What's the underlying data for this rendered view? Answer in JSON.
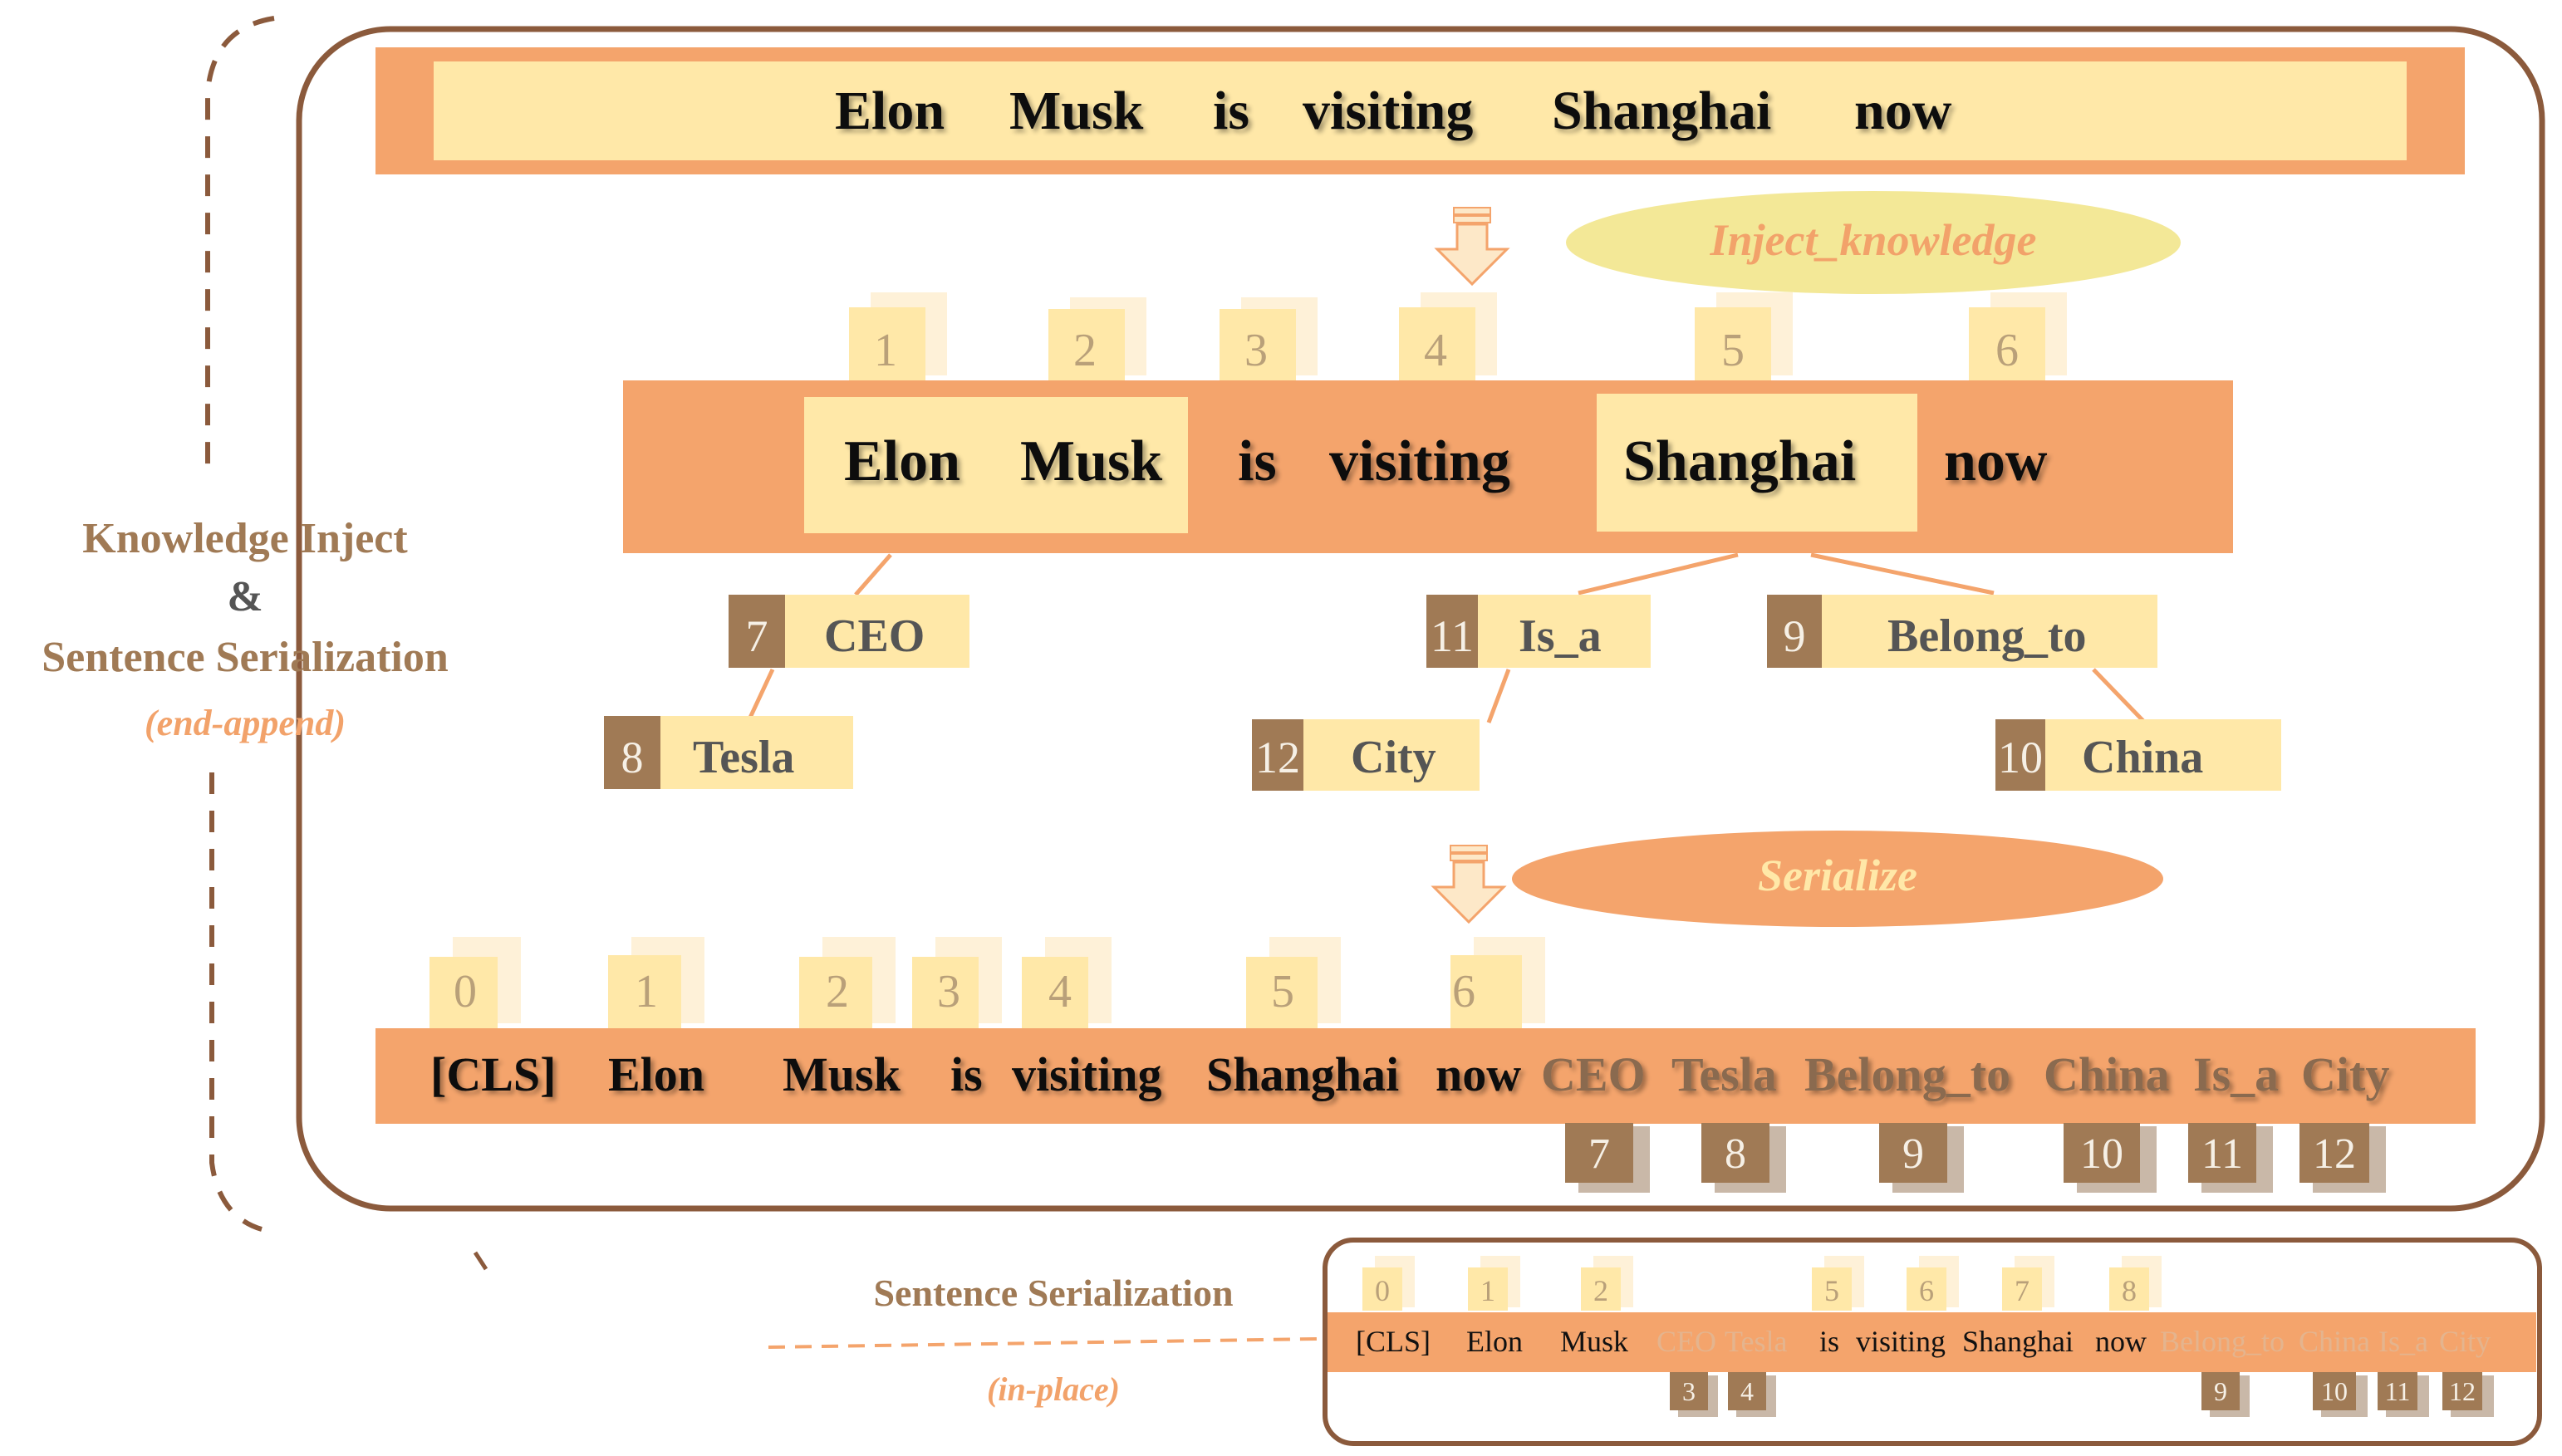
{
  "input_sentence": {
    "tokens": [
      "Elon",
      "Musk",
      "is",
      "visiting",
      "Shanghai",
      "now"
    ]
  },
  "inject_label": "Inject_knowledge",
  "serialize_label": "Serialize",
  "position_ids_top": [
    "1",
    "2",
    "3",
    "4",
    "5",
    "6"
  ],
  "knowledge_sentence": {
    "entity_group_1": [
      "Elon",
      "Musk"
    ],
    "verb_group": [
      "is",
      "visiting"
    ],
    "entity_group_2": "Shanghai",
    "tail": "now"
  },
  "knowledge_nodes": [
    {
      "id": "7",
      "label": "CEO"
    },
    {
      "id": "8",
      "label": "Tesla"
    },
    {
      "id": "11",
      "label": "Is_a"
    },
    {
      "id": "12",
      "label": "City"
    },
    {
      "id": "9",
      "label": "Belong_to"
    },
    {
      "id": "10",
      "label": "China"
    }
  ],
  "side_label": {
    "line1": "Knowledge Inject",
    "line2": "&",
    "line3": "Sentence Serialization",
    "line4": "(end-append)"
  },
  "serialized_end_append": {
    "top_ids": [
      "0",
      "1",
      "2",
      "3",
      "4",
      "5",
      "6"
    ],
    "sentence_tokens": [
      "[CLS]",
      "Elon",
      "Musk",
      "is",
      "visiting",
      "Shanghai",
      "now"
    ],
    "knowledge_tokens": [
      "CEO",
      "Tesla",
      "Belong_to",
      "China",
      "Is_a",
      "City"
    ],
    "bottom_ids": [
      "7",
      "8",
      "9",
      "10",
      "11",
      "12"
    ]
  },
  "in_place": {
    "label": "Sentence Serialization",
    "sublabel": "(in-place)",
    "top_ids": [
      "0",
      "1",
      "2",
      "5",
      "6",
      "7",
      "8"
    ],
    "tokens": [
      "[CLS]",
      "Elon",
      "Musk",
      "CEO",
      "Tesla",
      "is",
      "visiting",
      "Shanghai",
      "now",
      "Belong_to",
      "China",
      "Is_a",
      "City"
    ],
    "bottom_ids": [
      "3",
      "4",
      "9",
      "10",
      "11",
      "12"
    ]
  },
  "colors": {
    "outline": "#8b5a3c",
    "band_orange": "#f4a46c",
    "cream": "#ffe8a8",
    "node_brown": "#a07a55",
    "ellipse_yellow": "#f3e897",
    "ellipse_orange": "#f4a46c"
  }
}
